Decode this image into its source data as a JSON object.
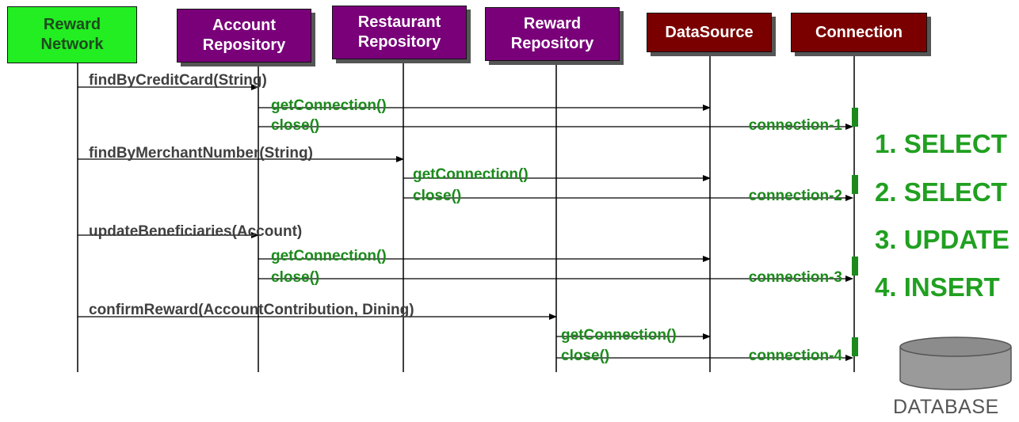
{
  "participants": [
    {
      "id": "reward-network",
      "label": "Reward\nNetwork",
      "fill": "#22ee22",
      "text_color": "#1e4a1e"
    },
    {
      "id": "account-repository",
      "label": "Account\nRepository",
      "fill": "#7a007a",
      "text_color": "#ffffff"
    },
    {
      "id": "restaurant-repository",
      "label": "Restaurant\nRepository",
      "fill": "#7a007a",
      "text_color": "#ffffff"
    },
    {
      "id": "reward-repository",
      "label": "Reward\nRepository",
      "fill": "#7a007a",
      "text_color": "#ffffff"
    },
    {
      "id": "datasource",
      "label": "DataSource",
      "fill": "#7a0000",
      "text_color": "#ffffff"
    },
    {
      "id": "connection",
      "label": "Connection",
      "fill": "#7a0000",
      "text_color": "#ffffff"
    }
  ],
  "calls": [
    {
      "from": "reward-network",
      "to": "account-repository",
      "label": "findByCreditCard(String)"
    },
    {
      "from": "reward-network",
      "to": "restaurant-repository",
      "label": "findByMerchantNumber(String)"
    },
    {
      "from": "reward-network",
      "to": "account-repository",
      "label": "updateBeneficiaries(Account)"
    },
    {
      "from": "reward-network",
      "to": "reward-repository",
      "label": "confirmReward(AccountContribution, Dining)"
    }
  ],
  "connection_messages": [
    {
      "from": "account-repository",
      "to": "datasource",
      "label": "getConnection()"
    },
    {
      "from": "account-repository",
      "to": "connection",
      "label": "close()",
      "return_label": "connection-1"
    },
    {
      "from": "restaurant-repository",
      "to": "datasource",
      "label": "getConnection()"
    },
    {
      "from": "restaurant-repository",
      "to": "connection",
      "label": "close()",
      "return_label": "connection-2"
    },
    {
      "from": "account-repository",
      "to": "datasource",
      "label": "getConnection()"
    },
    {
      "from": "account-repository",
      "to": "connection",
      "label": "close()",
      "return_label": "connection-3"
    },
    {
      "from": "reward-repository",
      "to": "datasource",
      "label": "getConnection()"
    },
    {
      "from": "reward-repository",
      "to": "connection",
      "label": "close()",
      "return_label": "connection-4"
    }
  ],
  "sql_operations": [
    "1. SELECT",
    "2. SELECT",
    "3. UPDATE",
    "4. INSERT"
  ],
  "database": {
    "label": "DATABASE",
    "icon": "database-cylinder-icon"
  },
  "colors": {
    "call": "#404040",
    "connection_message": "#1c8a1c",
    "sql": "#20a020",
    "activation": "#1c8a1c"
  }
}
